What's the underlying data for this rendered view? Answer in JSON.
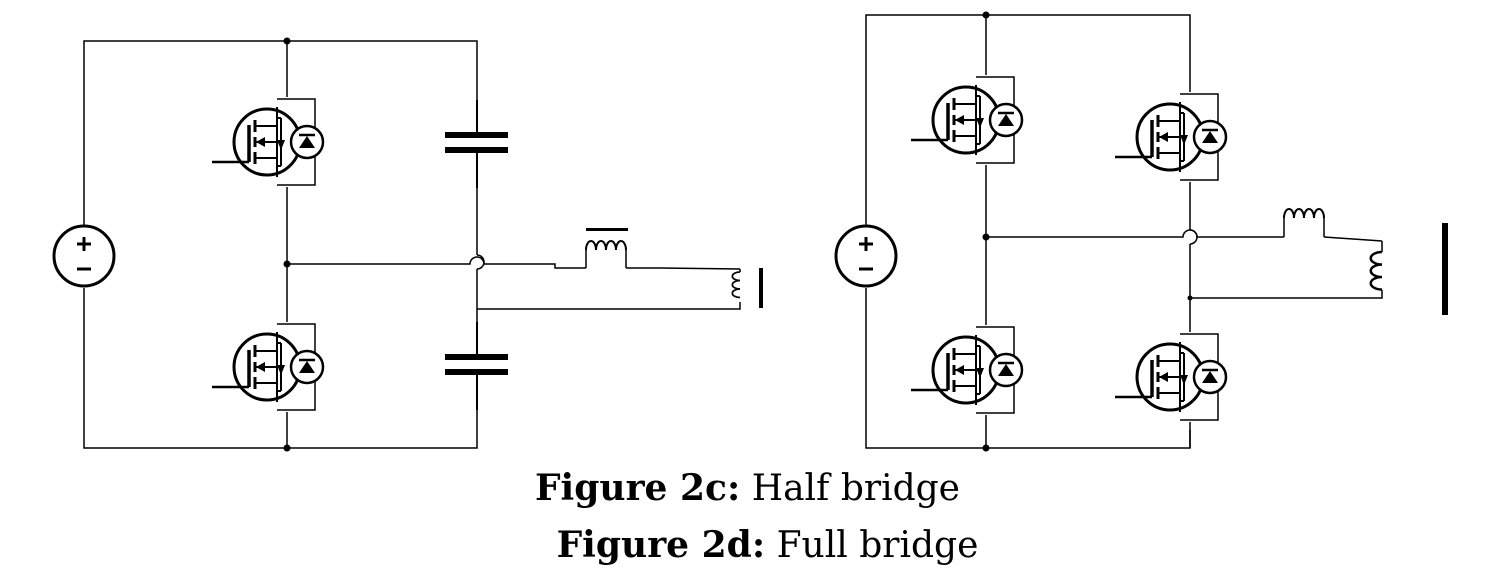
{
  "captions": [
    {
      "label": "Figure 2c:",
      "text": "Half bridge"
    },
    {
      "label": "Figure 2d:",
      "text": "Full bridge"
    }
  ],
  "colors": {
    "wire": "#000000",
    "ink": "#000000",
    "background": "#ffffff"
  },
  "components": {
    "half_bridge": [
      "voltage-source",
      "mosfet-high",
      "mosfet-low",
      "capacitor-top",
      "capacitor-bottom",
      "inductor",
      "coil-load"
    ],
    "full_bridge": [
      "voltage-source",
      "mosfet-top-left",
      "mosfet-top-right",
      "mosfet-bottom-left",
      "mosfet-bottom-right",
      "inductor",
      "coil-load"
    ]
  }
}
